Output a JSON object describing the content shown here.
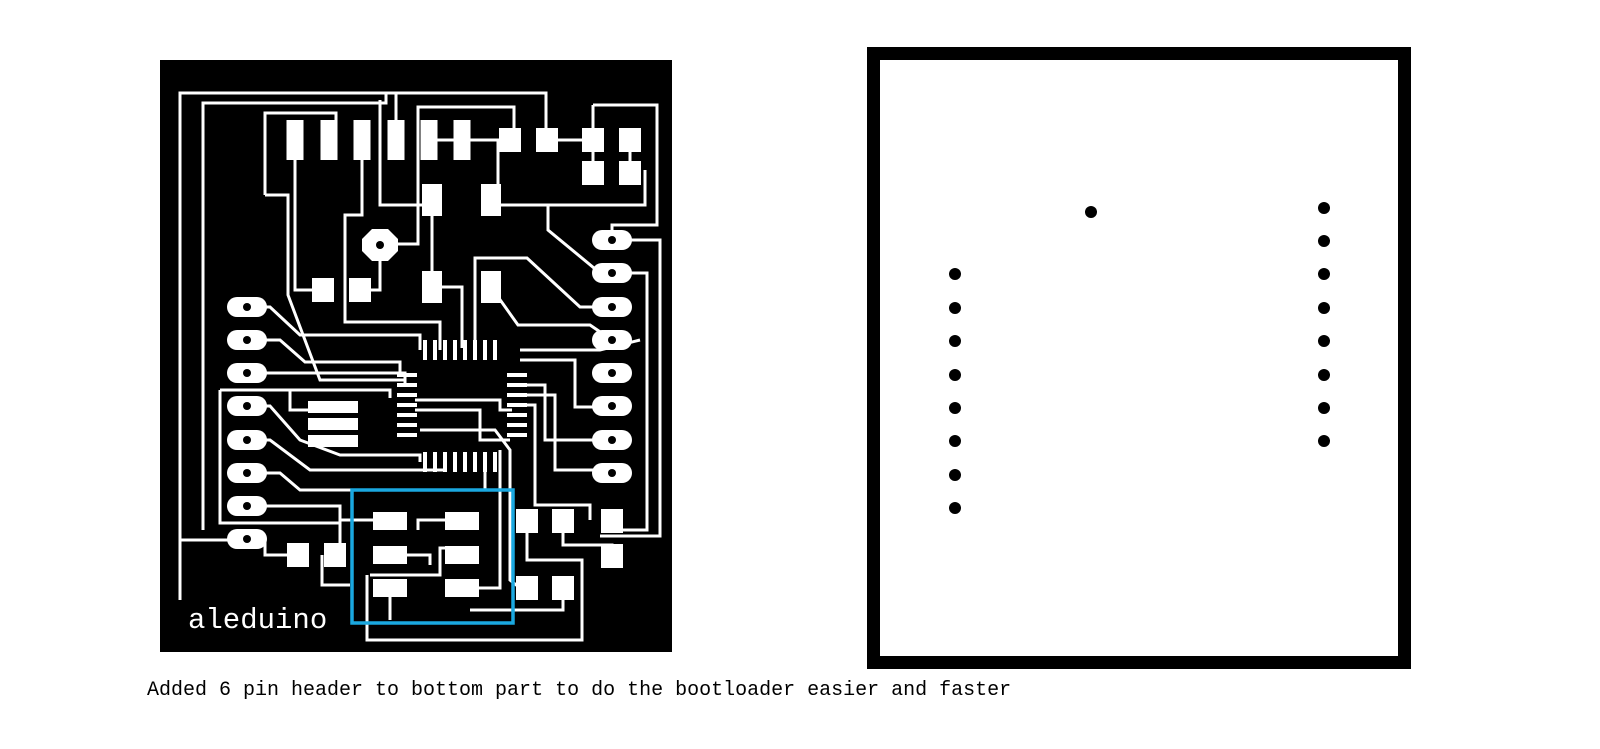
{
  "caption": "Added 6 pin header to bottom part to do the bootloader easier and faster",
  "traces_board": {
    "label": "aleduino",
    "board_color": "#000000",
    "trace_color": "#ffffff",
    "highlight_color": "#1aa8e0"
  },
  "holes_board": {
    "hole_color": "#000000",
    "border_color": "#000000",
    "left_header_holes": 8,
    "right_header_holes": 8,
    "single_holes": 1
  }
}
